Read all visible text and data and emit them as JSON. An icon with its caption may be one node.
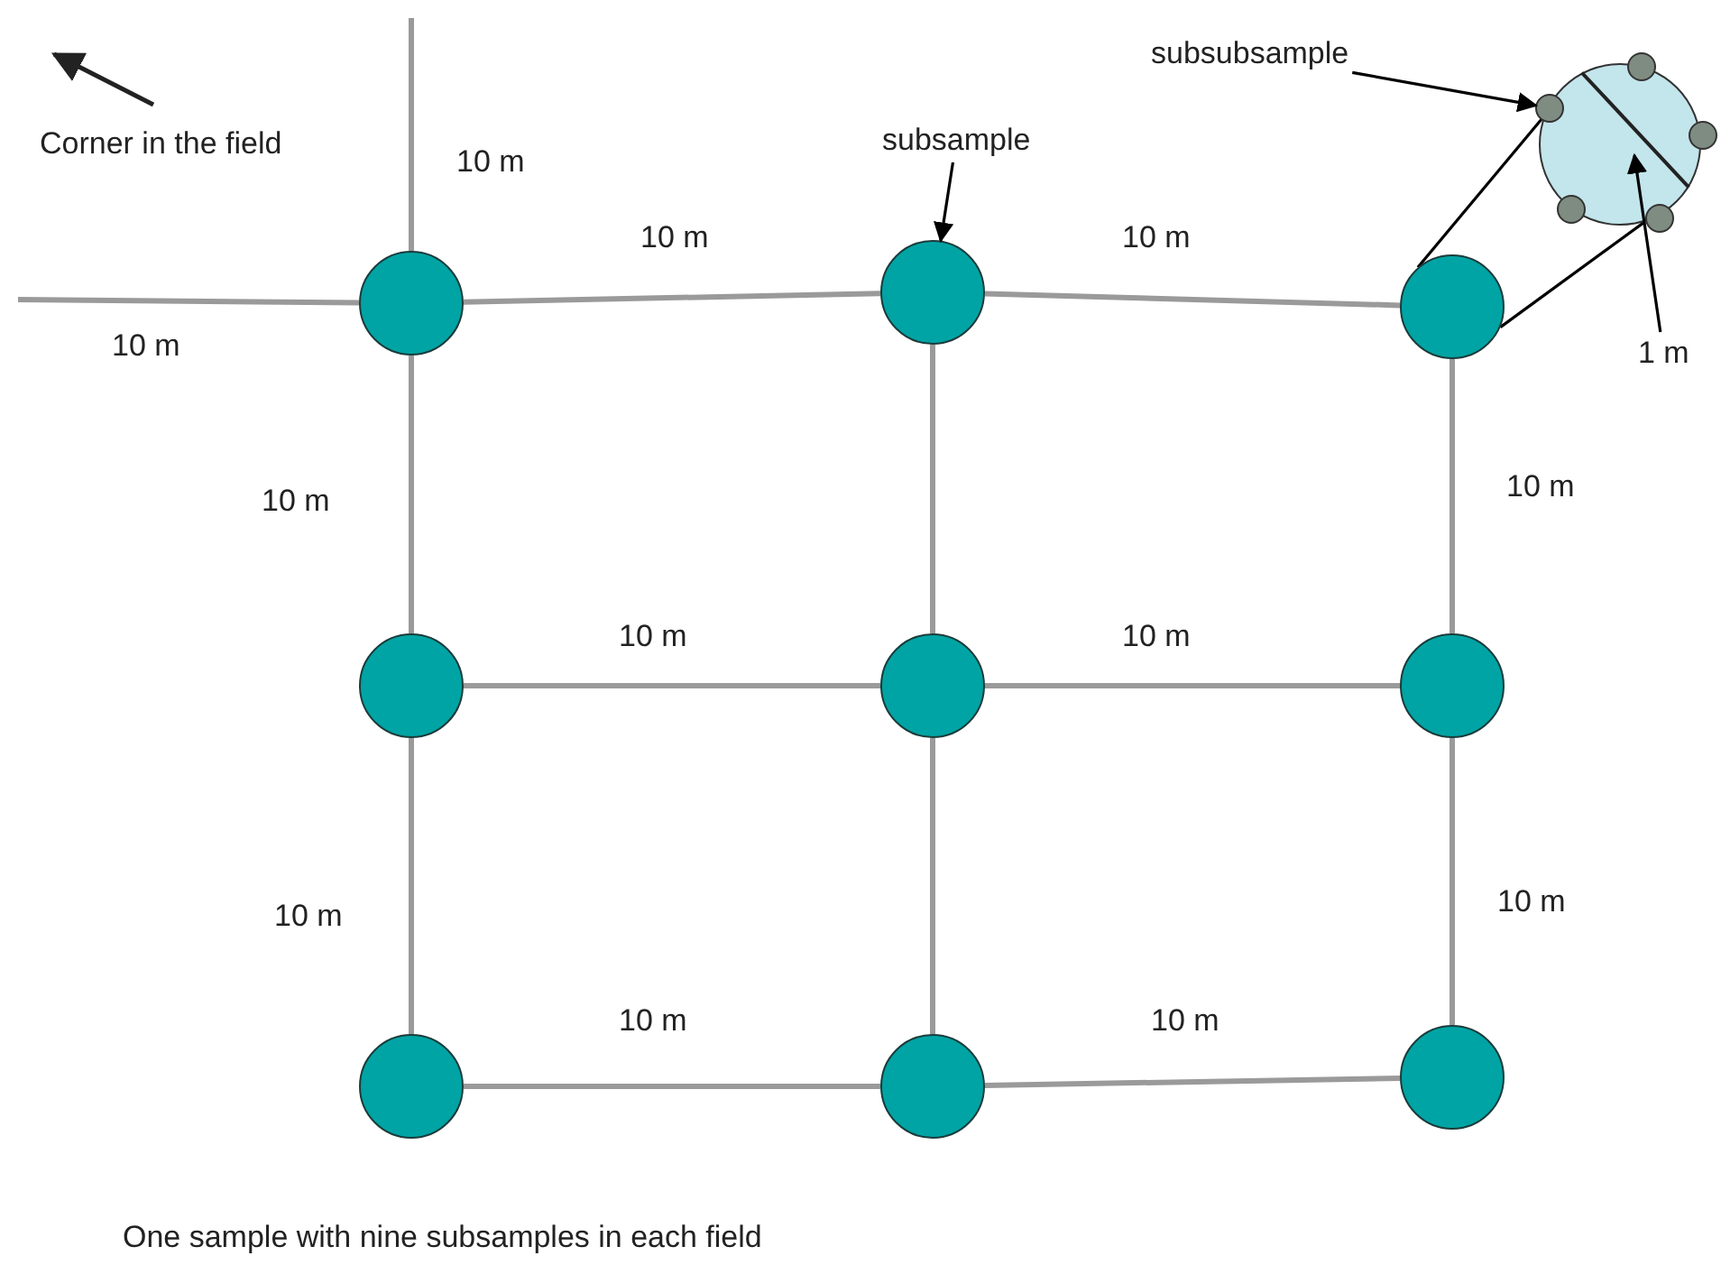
{
  "diagram": {
    "caption": "One sample with nine subsamples in each field",
    "nodes": [
      {
        "text": [
          "subsubsample"
        ]
      },
      {
        "text": [],
        "shape": "circle"
      },
      {
        "text": [],
        "shape": "circle",
        "in": 1
      },
      {
        "text": [],
        "shape": "circle",
        "in": 1
      },
      {
        "text": [],
        "shape": "circle",
        "in": 1
      },
      {
        "text": [],
        "shape": "circle",
        "in": 1
      },
      {
        "text": [],
        "shape": "circle",
        "in": 1
      },
      {
        "text": [
          "subsample"
        ]
      },
      {
        "text": [
          "1 m"
        ]
      },
      {
        "text": [],
        "shape": "circle"
      },
      {
        "text": [],
        "shape": "circle"
      },
      {
        "text": [],
        "shape": "circle"
      },
      {
        "text": [],
        "shape": "circle"
      },
      {
        "text": [],
        "shape": "circle"
      },
      {
        "text": [],
        "shape": "circle"
      },
      {
        "text": [],
        "shape": "circle"
      },
      {
        "text": [],
        "shape": "circle"
      },
      {
        "text": [],
        "shape": "circle"
      }
    ],
    "edges": [
      {
        "from": null,
        "to": 9,
        "arrow": "none",
        "label": "10 m"
      },
      {
        "from": null,
        "to": 9,
        "arrow": "none",
        "label": "10 m"
      },
      {
        "from": 9,
        "to": 10,
        "arrow": "none",
        "label": "10 m"
      },
      {
        "from": 10,
        "to": 11,
        "arrow": "none",
        "label": "10 m"
      },
      {
        "from": 9,
        "to": 12,
        "arrow": "none",
        "label": "10 m"
      },
      {
        "from": 10,
        "to": 13,
        "arrow": "none"
      },
      {
        "from": 11,
        "to": 14,
        "arrow": "none",
        "label": "10 m"
      },
      {
        "from": 12,
        "to": 13,
        "arrow": "none",
        "label": "10 m"
      },
      {
        "from": 13,
        "to": 14,
        "arrow": "none",
        "label": "10 m"
      },
      {
        "from": 12,
        "to": 15,
        "arrow": "none",
        "label": "10 m"
      },
      {
        "from": 13,
        "to": 16,
        "arrow": "none"
      },
      {
        "from": 14,
        "to": 17,
        "arrow": "none",
        "label": "10 m"
      },
      {
        "from": 15,
        "to": 16,
        "arrow": "none",
        "label": "10 m"
      },
      {
        "from": 16,
        "to": 17,
        "arrow": "none",
        "label": "10 m"
      },
      {
        "from": 11,
        "to": 1,
        "arrow": "none",
        "color": "#000000"
      },
      {
        "from": 11,
        "to": 1,
        "arrow": "none",
        "color": "#000000"
      },
      {
        "from": 7,
        "to": 10,
        "arrow": "to",
        "color": "#000000"
      },
      {
        "from": 0,
        "to": 2,
        "arrow": "to",
        "color": "#000000"
      },
      {
        "from": 8,
        "to": 1,
        "arrow": "to",
        "color": "#000000"
      }
    ],
    "labels": [
      "Corner in the field"
    ]
  }
}
